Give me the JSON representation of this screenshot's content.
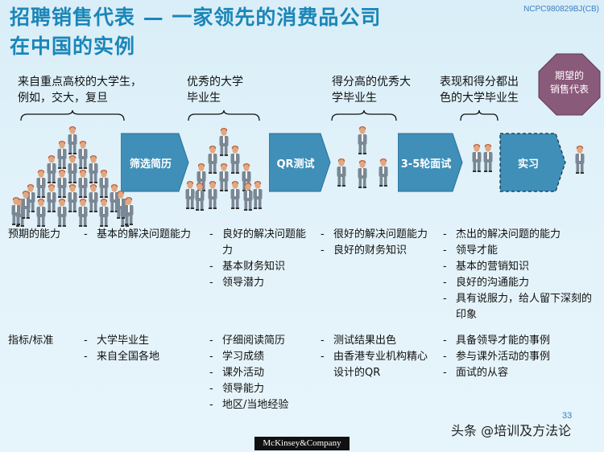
{
  "title_line1": "招聘销售代表 — 一家领先的消费品公司",
  "title_line2": "在中国的实例",
  "doc_code": "NCPC980829BJ(CB)",
  "stages": [
    {
      "caption": [
        "来自重点高校的大学生，",
        "例如，交大，复旦"
      ]
    },
    {
      "caption": [
        "优秀的大学",
        "毕业生"
      ]
    },
    {
      "caption": [
        "得分高的优秀大",
        "学毕业生"
      ]
    },
    {
      "caption": [
        "表现和得分都出",
        "色的大学毕业生"
      ]
    }
  ],
  "arrows": [
    "筛选简历",
    "QR测试",
    "3-5轮面试",
    "实习"
  ],
  "goal_label": [
    "期望的",
    "销售代表"
  ],
  "row_labels": {
    "ability": "预期的能力",
    "criteria": "指标/标准"
  },
  "abilities": [
    [
      "基本的解决问题能力"
    ],
    [
      "良好的解决问题能力",
      "基本财务知识",
      "领导潜力"
    ],
    [
      "很好的解决问题能力",
      "良好的财务知识"
    ],
    [
      "杰出的解决问题的能力",
      "领导才能",
      "基本的营销知识",
      "良好的沟通能力",
      "具有说服力，给人留下深刻的印象"
    ]
  ],
  "criteria": [
    [
      "大学毕业生",
      "来自全国各地"
    ],
    [
      "仔细阅读简历",
      "学习成绩",
      "课外活动",
      "领导能力",
      "地区/当地经验"
    ],
    [
      "测试结果出色",
      "由香港专业机构精心设计的QR"
    ],
    [
      "具备领导才能的事例",
      "参与课外活动的事例",
      "面试的从容"
    ]
  ],
  "page_number": "33",
  "logo_text": "McKinsey&Company",
  "watermark": "头条 @培训及方法论",
  "colors": {
    "title": "#1b86b8",
    "arrow": "#3f8fb8",
    "arrow_dark": "#2b6f98",
    "octagon": "#8a5a7a",
    "person_suit": "#7a8794",
    "person_head": "#e0a882",
    "person_hair": "#c4613a"
  }
}
